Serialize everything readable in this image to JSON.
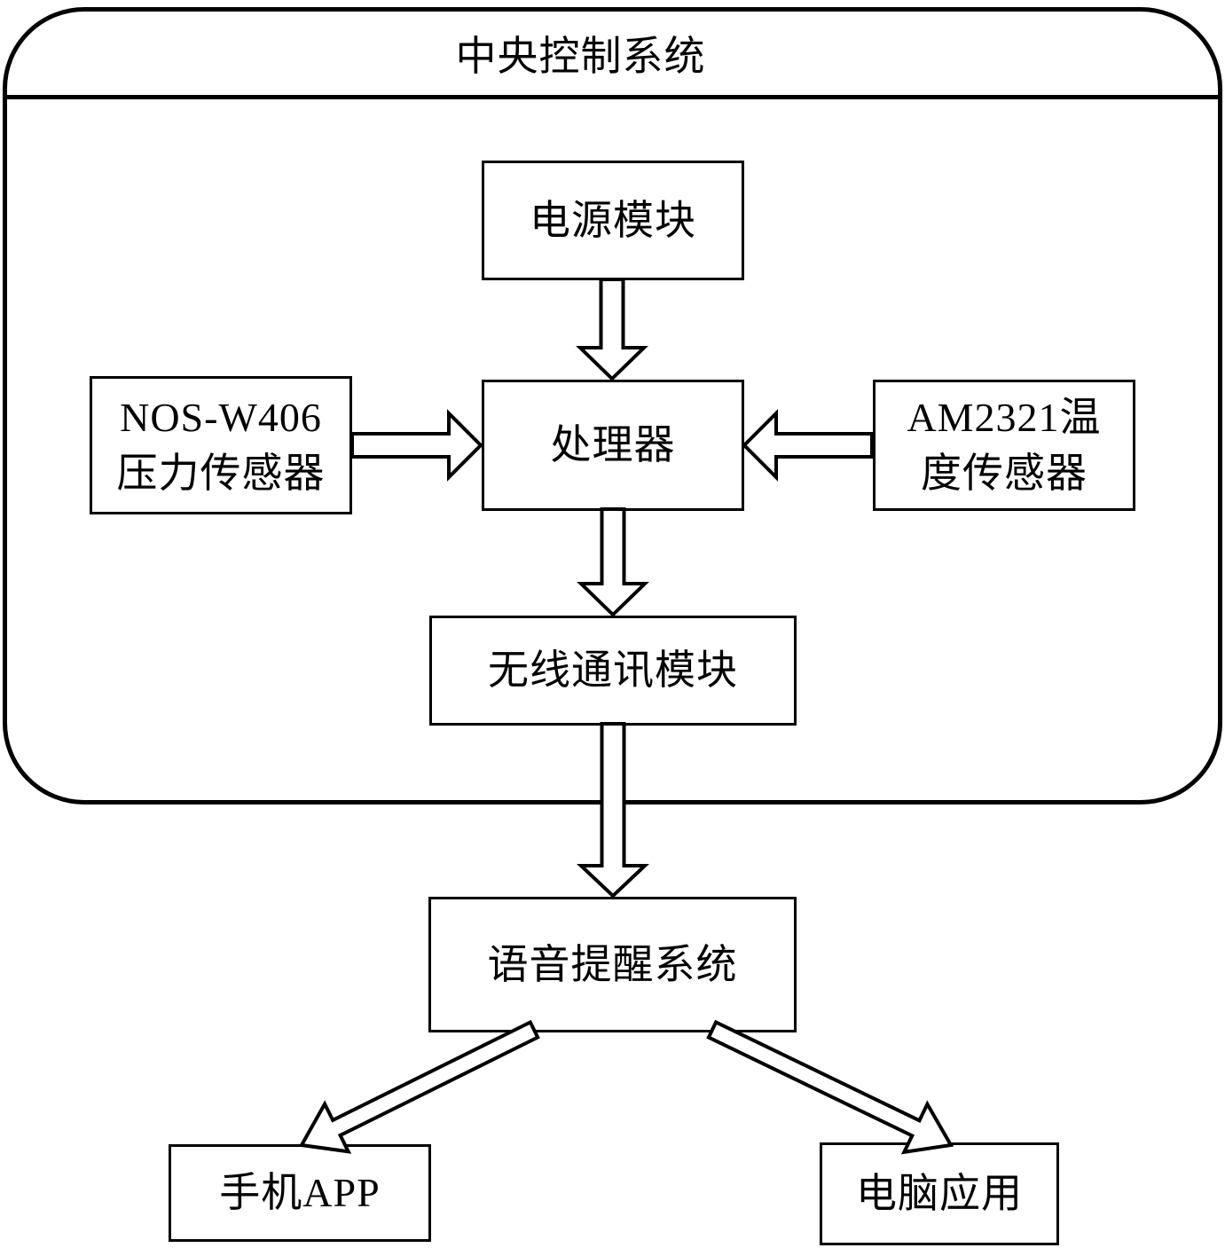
{
  "title": "中央控制系统",
  "nodes": {
    "power_module": {
      "label": "电源模块"
    },
    "processor": {
      "label": "处理器"
    },
    "pressure_sensor": {
      "line1": "NOS-W406",
      "line2": "压力传感器"
    },
    "temperature_sensor": {
      "line1": "AM2321温",
      "line2": "度传感器"
    },
    "wireless_module": {
      "label": "无线通讯模块"
    },
    "voice_reminder": {
      "label": "语音提醒系统"
    },
    "phone_app": {
      "label": "手机APP"
    },
    "pc_app": {
      "label": "电脑应用"
    }
  },
  "edges": [
    {
      "from": "power_module",
      "to": "processor"
    },
    {
      "from": "pressure_sensor",
      "to": "processor"
    },
    {
      "from": "temperature_sensor",
      "to": "processor"
    },
    {
      "from": "processor",
      "to": "wireless_module"
    },
    {
      "from": "wireless_module",
      "to": "voice_reminder"
    },
    {
      "from": "voice_reminder",
      "to": "phone_app"
    },
    {
      "from": "voice_reminder",
      "to": "pc_app"
    }
  ],
  "colors": {
    "line": "#000000",
    "fill": "#ffffff",
    "text": "#000000",
    "background": "#ffffff"
  }
}
